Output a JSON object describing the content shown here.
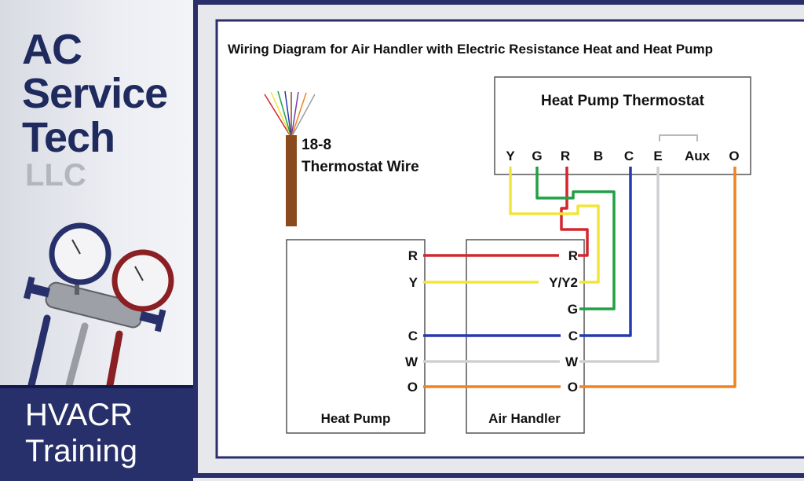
{
  "brand": {
    "line1": "AC",
    "line2": "Service",
    "line3": "Tech",
    "suffix": "LLC",
    "training_line1": "HVACR",
    "training_line2": "Training"
  },
  "diagram": {
    "title": "Wiring Diagram for Air Handler with Electric Resistance Heat and Heat Pump",
    "wire_label_line1": "18-8",
    "wire_label_line2": "Thermostat Wire",
    "thermostat": {
      "title": "Heat Pump Thermostat",
      "terminals": [
        "Y",
        "G",
        "R",
        "B",
        "C",
        "E",
        "Aux",
        "O"
      ]
    },
    "heat_pump": {
      "title": "Heat Pump",
      "terminals": [
        "R",
        "Y",
        "C",
        "W",
        "O"
      ]
    },
    "air_handler": {
      "title": "Air Handler",
      "terminals": [
        "R",
        "Y/Y2",
        "G",
        "C",
        "W",
        "O"
      ]
    },
    "wire_colors": {
      "red": "#d4262f",
      "yellow": "#f2e53a",
      "green": "#22a046",
      "blue": "#2438b0",
      "white": "#cfd0d4",
      "orange": "#f0831e",
      "brown": "#8b4a1c"
    }
  }
}
